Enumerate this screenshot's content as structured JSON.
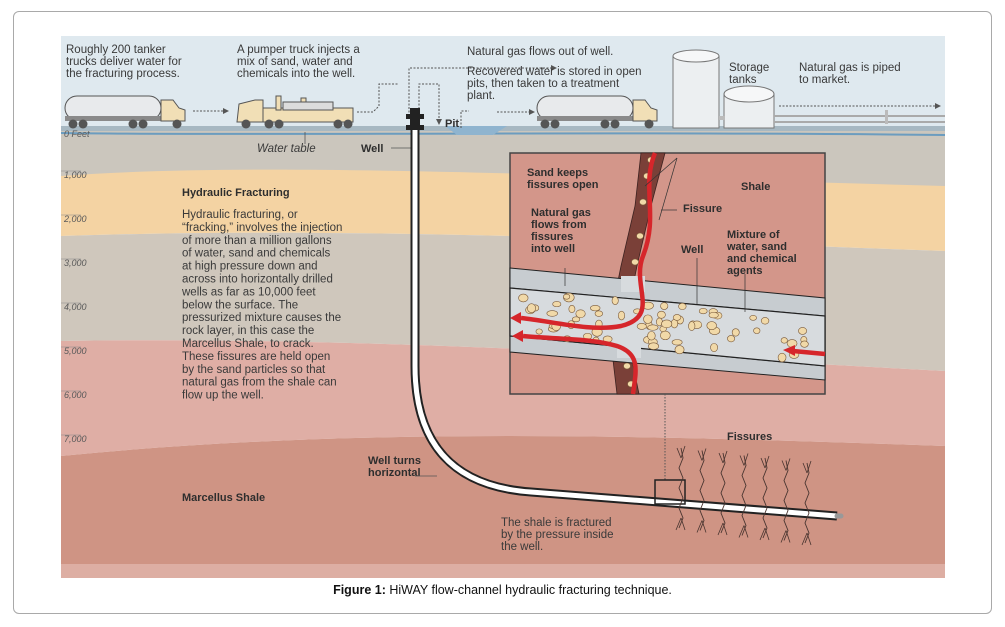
{
  "surface": {
    "tanker_text": [
      "Roughly 200 tanker",
      "trucks deliver water for",
      "the fracturing process."
    ],
    "pumper_text": [
      "A pumper truck injects a",
      "mix of sand, water and",
      "chemicals into the well."
    ],
    "gas_out_text": "Natural gas flows out of well.",
    "recovered_text": [
      "Recovered water is stored in open",
      "pits, then taken to a treatment",
      "plant."
    ],
    "storage_text": [
      "Storage",
      "tanks"
    ],
    "market_text": [
      "Natural gas is piped",
      "to market."
    ],
    "pit_label": "Pit",
    "zero_feet": "0 Feet",
    "water_table": "Water table",
    "well_label": "Well"
  },
  "depth_ticks": [
    "1,000",
    "2,000",
    "3,000",
    "4,000",
    "5,000",
    "6,000",
    "7,000"
  ],
  "explainer": {
    "title": "Hydraulic Fracturing",
    "lines": [
      "Hydraulic fracturing, or",
      "“fracking,” involves the injection",
      "of more than a million gallons",
      "of water, sand and chemicals",
      "at high pressure down and",
      "across into horizontally drilled",
      "wells as far as 10,000 feet",
      "below the surface. The",
      "pressurized mixture causes the",
      "rock layer, in this case the",
      "Marcellus Shale, to crack.",
      "These fissures are held open",
      "by the sand particles so that",
      "natural gas from the shale can",
      "flow up the well."
    ]
  },
  "inset": {
    "sand_label": [
      "Sand keeps",
      "fissures open"
    ],
    "shale_label": "Shale",
    "fissure_label": "Fissure",
    "gas_flow_label": [
      "Natural gas",
      "flows from",
      "fissures",
      "into well"
    ],
    "well_label": "Well",
    "mixture_label": [
      "Mixture of",
      "water, sand",
      "and chemical",
      "agents"
    ]
  },
  "deep": {
    "fissures_label": "Fissures",
    "turns_label": [
      "Well turns",
      "horizontal"
    ],
    "marcellus_label": "Marcellus Shale",
    "fractured_text": [
      "The shale is fractured",
      "by the pressure inside",
      "the well."
    ]
  },
  "colors": {
    "sky": "#dfe9ef",
    "ground_gray": "#cbc6bd",
    "sand_layer": "#f4d3a3",
    "pink_layer": "#dfaea5",
    "shale": "#cf9484",
    "inset_bg": "#d3968a",
    "fissure_brown": "#7a4038",
    "gas_red": "#d6262b",
    "pipe_gray": "#c7ccd0"
  },
  "caption": {
    "prefix": "Figure 1:",
    "text": " HiWAY flow-channel hydraulic fracturing technique."
  }
}
